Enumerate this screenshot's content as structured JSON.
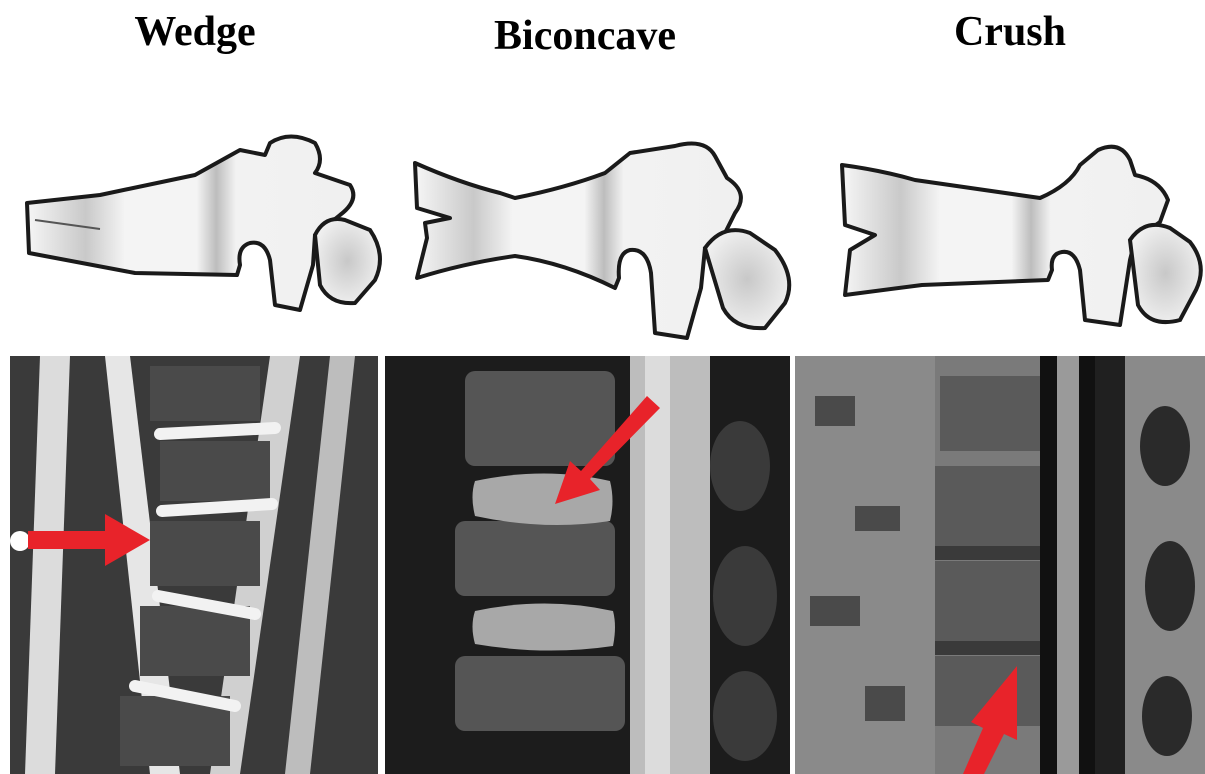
{
  "columns": [
    {
      "title": "Wedge",
      "label": "wedge"
    },
    {
      "title": "Biconcave",
      "label": "biconcave"
    },
    {
      "title": "Crush",
      "label": "crush"
    }
  ],
  "colors": {
    "arrow": "#e8232a",
    "outline": "#1a1a1a",
    "bone_fill": "#efefef"
  }
}
